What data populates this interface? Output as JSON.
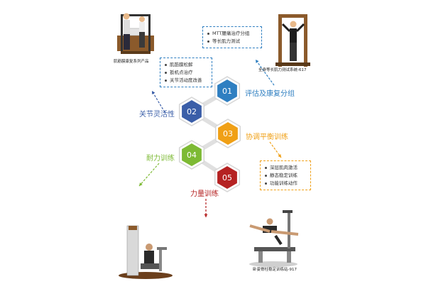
{
  "colors": {
    "blue": "#2f7fc1",
    "navy": "#3a5ea8",
    "orange": "#f0a016",
    "green": "#7dba34",
    "red": "#b52222",
    "connector": "#e0e0e0"
  },
  "steps": [
    {
      "num": "01",
      "label": "评估及康复分组",
      "color": "#2f7fc1"
    },
    {
      "num": "02",
      "label": "关节灵活性",
      "color": "#3a5ea8"
    },
    {
      "num": "03",
      "label": "协调平衡训练",
      "color": "#f0a016"
    },
    {
      "num": "04",
      "label": "耐力训练",
      "color": "#7dba34"
    },
    {
      "num": "05",
      "label": "力量训练",
      "color": "#b52222"
    }
  ],
  "notes": {
    "top_right": [
      "MTT腰痛治疗分组",
      "等长肌力测试"
    ],
    "top_left": [
      "肌筋膜松解",
      "扳机点治疗",
      "关节活动度改善"
    ],
    "right": [
      "深层肌肉激活",
      "静态稳定训练",
      "功能训练动作"
    ]
  },
  "captions": {
    "top_left": "肌筋膜康复系列产品",
    "top_right": "全身等长肌力测试系统-617",
    "bottom_right": "卧姿脊柱稳定训练站-917"
  },
  "icons": [
    "rehab-rack-photo",
    "isometric-test-frame-photo",
    "strength-machine-photo",
    "stability-bench-photo"
  ]
}
